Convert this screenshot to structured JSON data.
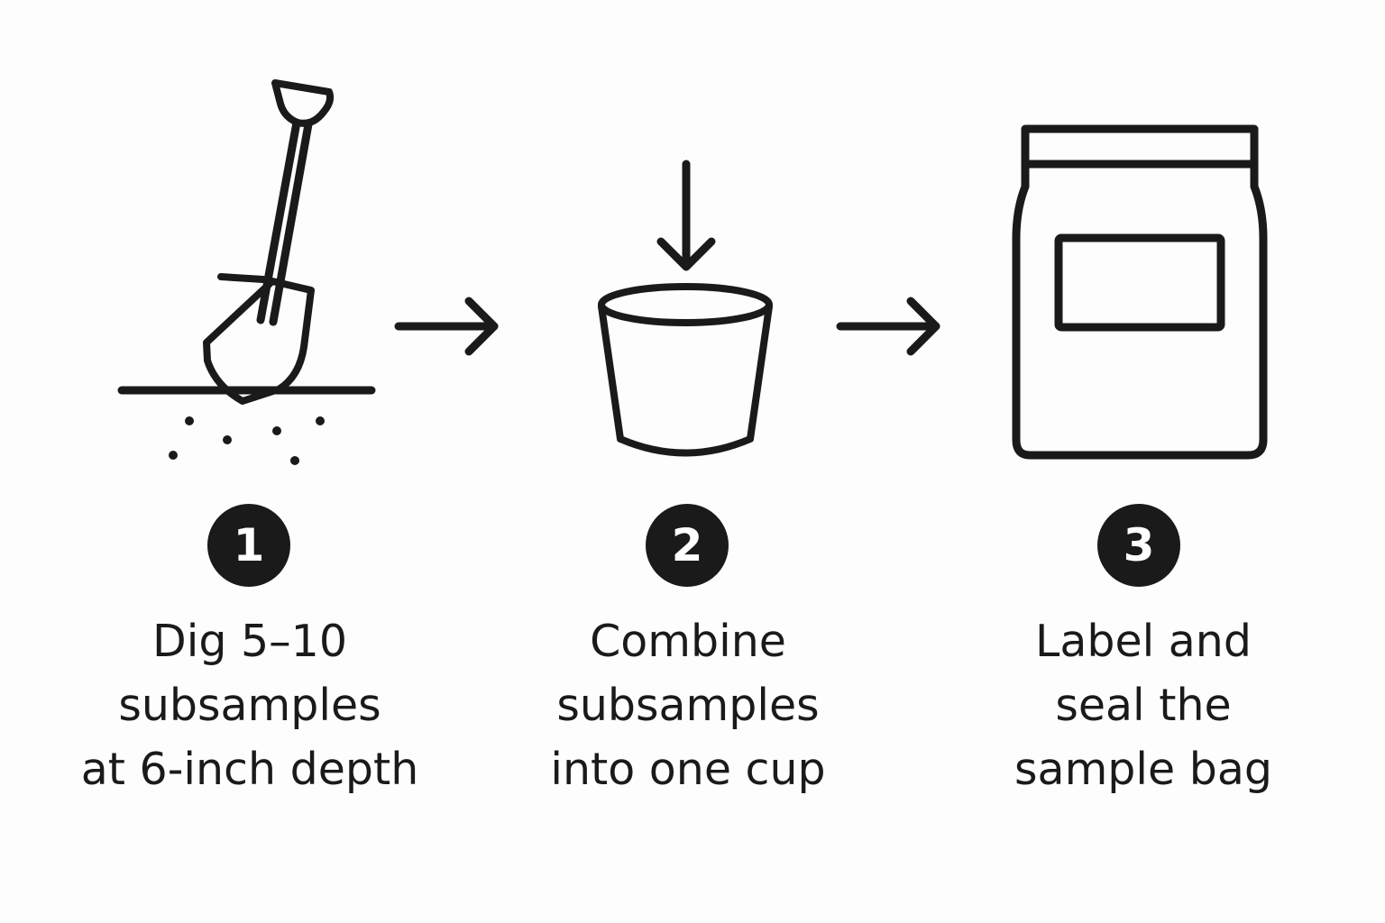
{
  "steps": [
    {
      "number": "1",
      "icon": "shovel-digging-soil-icon",
      "caption_lines": [
        "Dig 5–10",
        "subsamples",
        "at 6-inch depth"
      ]
    },
    {
      "number": "2",
      "icon": "cup-with-down-arrow-icon",
      "caption_lines": [
        "Combine",
        "subsamples",
        "into one cup"
      ]
    },
    {
      "number": "3",
      "icon": "labeled-sample-bag-icon",
      "caption_lines": [
        "Label and",
        "seal the",
        "sample bag"
      ]
    }
  ],
  "connectors": [
    "right-arrow-icon",
    "right-arrow-icon"
  ],
  "colors": {
    "background": "#fdfdfd",
    "ink": "#1a1a1a",
    "badge_text": "#ffffff"
  }
}
